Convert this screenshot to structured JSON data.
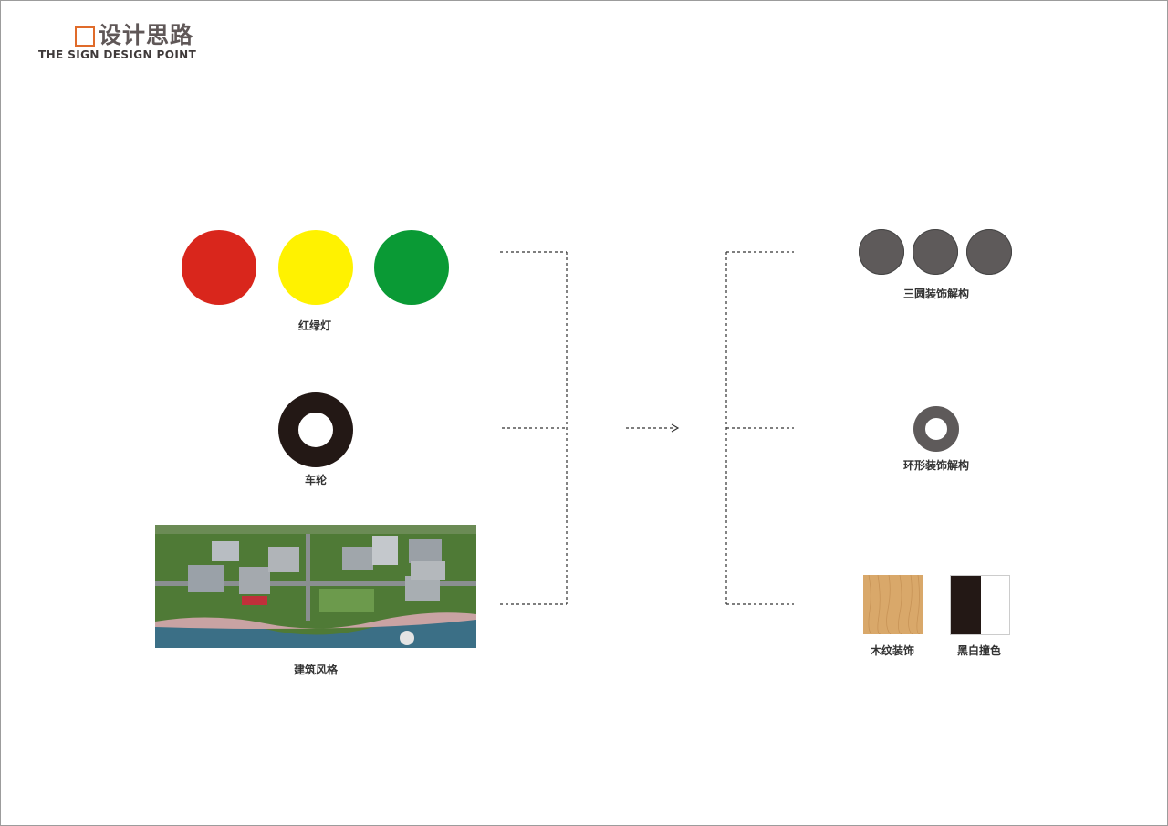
{
  "header": {
    "title_cn": "设计思路",
    "title_en": "THE SIGN DESIGN POINT",
    "accent_color": "#e06b2a"
  },
  "left": {
    "traffic_light": {
      "label": "红绿灯",
      "colors": [
        "#d9261c",
        "#fff200",
        "#0a9a35"
      ]
    },
    "wheel": {
      "label": "车轮",
      "color": "#231815"
    },
    "architecture": {
      "label": "建筑风格",
      "image": "aerial-architecture-render"
    }
  },
  "arrow": "dashed-right-arrow",
  "right": {
    "three_circles": {
      "label": "三圆装饰解构",
      "color": "#5e5a5a"
    },
    "ring": {
      "label": "环形装饰解构",
      "color": "#5e5a5a"
    },
    "wood": {
      "label": "木纹装饰",
      "color": "#d9a86a"
    },
    "black_white": {
      "label": "黑白撞色",
      "colors": [
        "#231815",
        "#ffffff"
      ]
    }
  }
}
